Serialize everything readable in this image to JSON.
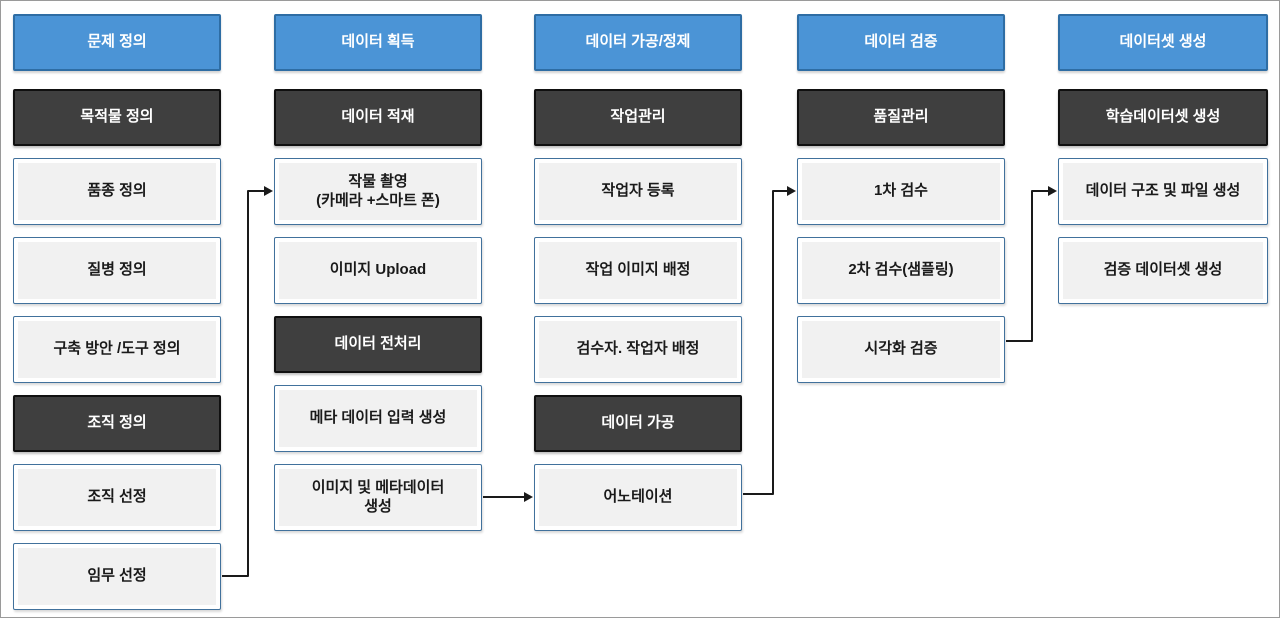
{
  "colors": {
    "phase_header_bg": "#4b94d6",
    "phase_header_border": "#2e6da4",
    "dark_box_bg": "#3f3f3f",
    "dark_box_border": "#101010",
    "light_box_bg": "#f1f1f1",
    "light_box_border": "#41719c",
    "connector": "#1a1a1a"
  },
  "columns": [
    {
      "id": "problem-definition",
      "header": "문제 정의",
      "items": [
        {
          "label": "목적물 정의",
          "variant": "dark"
        },
        {
          "label": "품종 정의",
          "variant": "light"
        },
        {
          "label": "질병 정의",
          "variant": "light"
        },
        {
          "label": "구축 방안 /도구 정의",
          "variant": "light"
        },
        {
          "label": "조직 정의",
          "variant": "dark"
        },
        {
          "label": "조직 선정",
          "variant": "light"
        },
        {
          "label": "임무 선정",
          "variant": "light"
        }
      ]
    },
    {
      "id": "data-acquisition",
      "header": "데이터 획득",
      "items": [
        {
          "label": "데이터 적재",
          "variant": "dark"
        },
        {
          "label": "작물 촬영\n(카메라 +스마트 폰)",
          "variant": "light"
        },
        {
          "label": "이미지 Upload",
          "variant": "light"
        },
        {
          "label": "데이터 전처리",
          "variant": "dark"
        },
        {
          "label": "메타 데이터 입력 생성",
          "variant": "light"
        },
        {
          "label": "이미지 및 메타데이터\n생성",
          "variant": "light"
        }
      ]
    },
    {
      "id": "data-processing",
      "header": "데이터 가공/정제",
      "items": [
        {
          "label": "작업관리",
          "variant": "dark"
        },
        {
          "label": "작업자 등록",
          "variant": "light"
        },
        {
          "label": "작업 이미지 배정",
          "variant": "light"
        },
        {
          "label": "검수자. 작업자 배정",
          "variant": "light"
        },
        {
          "label": "데이터 가공",
          "variant": "dark"
        },
        {
          "label": "어노테이션",
          "variant": "light"
        }
      ]
    },
    {
      "id": "data-validation",
      "header": "데이터 검증",
      "items": [
        {
          "label": "품질관리",
          "variant": "dark"
        },
        {
          "label": "1차 검수",
          "variant": "light"
        },
        {
          "label": "2차 검수(샘플링)",
          "variant": "light"
        },
        {
          "label": "시각화 검증",
          "variant": "light"
        }
      ]
    },
    {
      "id": "dataset-creation",
      "header": "데이터셋 생성",
      "items": [
        {
          "label": "학습데이터셋 생성",
          "variant": "dark"
        },
        {
          "label": "데이터 구조 및 파일 생성",
          "variant": "light"
        },
        {
          "label": "검증 데이터셋 생성",
          "variant": "light"
        }
      ]
    }
  ],
  "connectors": [
    {
      "from": "임무 선정",
      "to": "작물 촬영 (카메라 +스마트 폰)"
    },
    {
      "from": "이미지 및 메타데이터 생성",
      "to": "어노테이션"
    },
    {
      "from": "어노테이션",
      "to": "1차 검수"
    },
    {
      "from": "시각화 검증",
      "to": "데이터 구조 및 파일 생성"
    }
  ]
}
